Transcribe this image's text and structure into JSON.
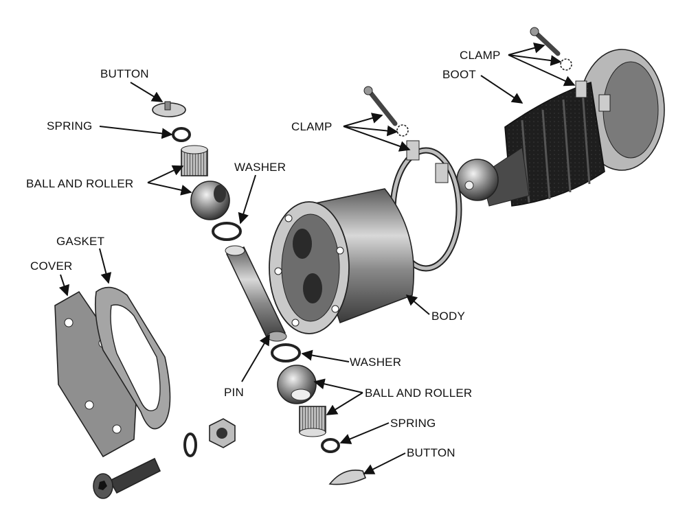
{
  "labels": {
    "button_top": "BUTTON",
    "spring_top": "SPRING",
    "ball_roller_top": "BALL AND ROLLER",
    "washer_top": "WASHER",
    "gasket": "GASKET",
    "cover": "COVER",
    "clamp_mid": "CLAMP",
    "clamp_top": "CLAMP",
    "boot": "BOOT",
    "body": "BODY",
    "washer_bottom": "WASHER",
    "pin": "PIN",
    "ball_roller_bottom": "BALL AND ROLLER",
    "spring_bottom": "SPRING",
    "button_bottom": "BUTTON"
  }
}
